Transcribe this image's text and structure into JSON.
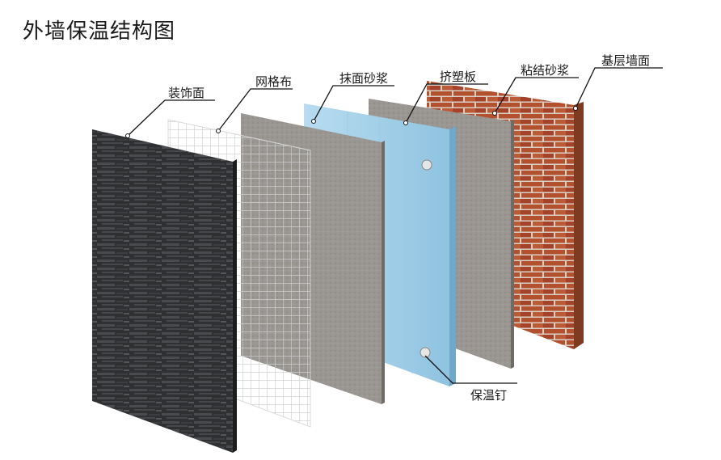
{
  "title": "外墙保温结构图",
  "labels": {
    "finish_surface": "装饰面",
    "mesh": "网格布",
    "plaster_mortar": "抹面砂浆",
    "xps_board": "挤塑板",
    "bonding_mortar": "粘结砂浆",
    "base_wall": "基层墙面",
    "anchor_nail": "保温钉"
  },
  "colors": {
    "finish_surface": "#2f3032",
    "mortar": "#8f8c88",
    "xps_board": "#a9d3ea",
    "brick": "#a8492b",
    "leader_line": "#111111"
  }
}
